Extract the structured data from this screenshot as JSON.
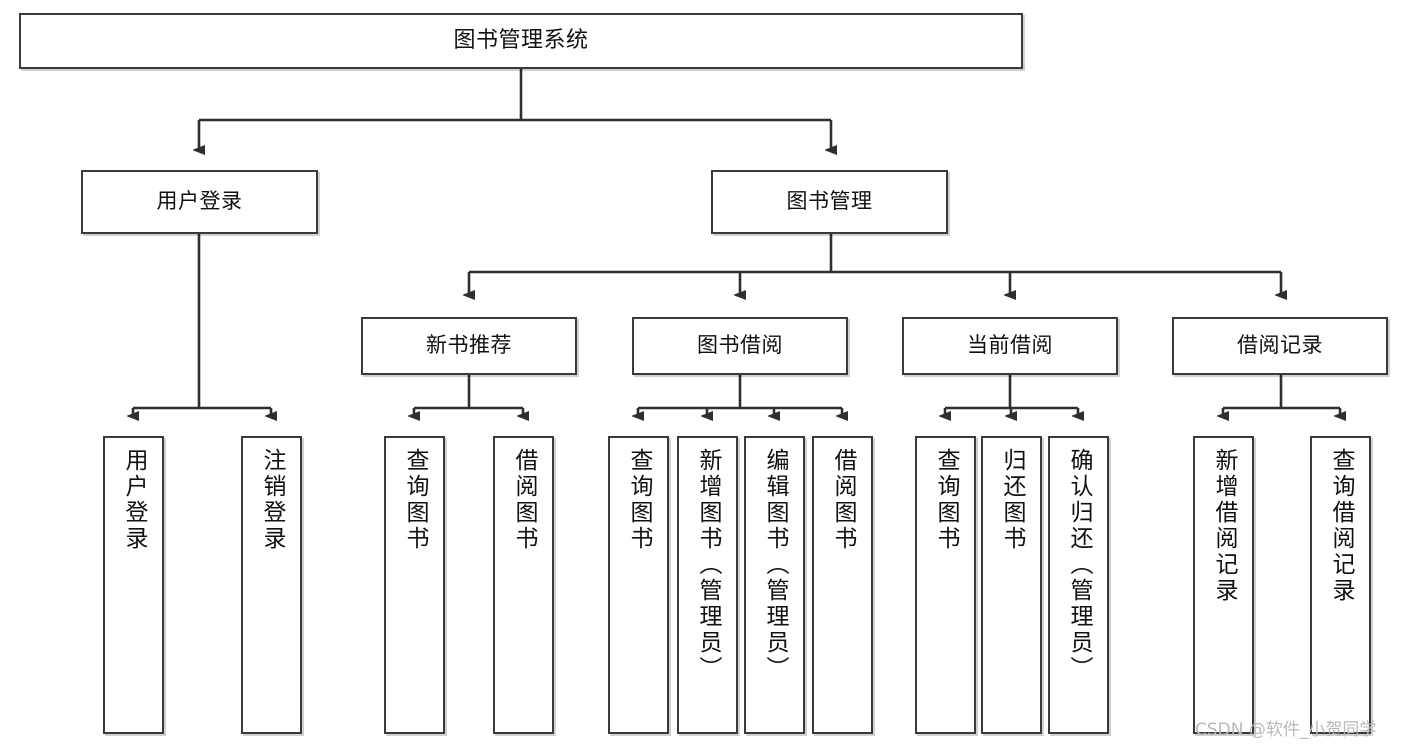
{
  "diagram": {
    "title": "图书管理系统",
    "type": "tree-hierarchy-diagram",
    "watermark": "CSDN @软件_小贺同学",
    "colors": {
      "box_border": "#3a3a3a",
      "box_fill": "#ffffff",
      "edge": "#2f2f2f",
      "text": "#111111",
      "watermark": "#b9b9b9",
      "background": "#ffffff"
    },
    "nodes": {
      "root": {
        "label": "图书管理系统"
      },
      "level2": [
        {
          "id": "user-login",
          "label": "用户登录"
        },
        {
          "id": "book-management",
          "label": "图书管理"
        }
      ],
      "level3": [
        {
          "id": "new-book-recommend",
          "label": "新书推荐"
        },
        {
          "id": "book-borrow",
          "label": "图书借阅"
        },
        {
          "id": "current-borrow",
          "label": "当前借阅"
        },
        {
          "id": "borrow-record",
          "label": "借阅记录"
        }
      ],
      "leaves": {
        "user_login": [
          {
            "id": "leaf-user-login",
            "label": "用户登录"
          },
          {
            "id": "leaf-logout-login",
            "label": "注销登录"
          }
        ],
        "new_book_recommend": [
          {
            "id": "leaf-query-book-1",
            "label": "查询图书"
          },
          {
            "id": "leaf-borrow-book-1",
            "label": "借阅图书"
          }
        ],
        "book_borrow": [
          {
            "id": "leaf-query-book-2",
            "label": "查询图书"
          },
          {
            "id": "leaf-add-book",
            "label": "新增图书（管理员）"
          },
          {
            "id": "leaf-edit-book",
            "label": "编辑图书（管理员）"
          },
          {
            "id": "leaf-borrow-book-2",
            "label": "借阅图书"
          }
        ],
        "current_borrow": [
          {
            "id": "leaf-query-book-3",
            "label": "查询图书"
          },
          {
            "id": "leaf-return-book",
            "label": "归还图书"
          },
          {
            "id": "leaf-confirm-return",
            "label": "确认归还（管理员）"
          }
        ],
        "borrow_record": [
          {
            "id": "leaf-add-record",
            "label": "新增借阅记录"
          },
          {
            "id": "leaf-query-record",
            "label": "查询借阅记录"
          }
        ]
      }
    }
  }
}
